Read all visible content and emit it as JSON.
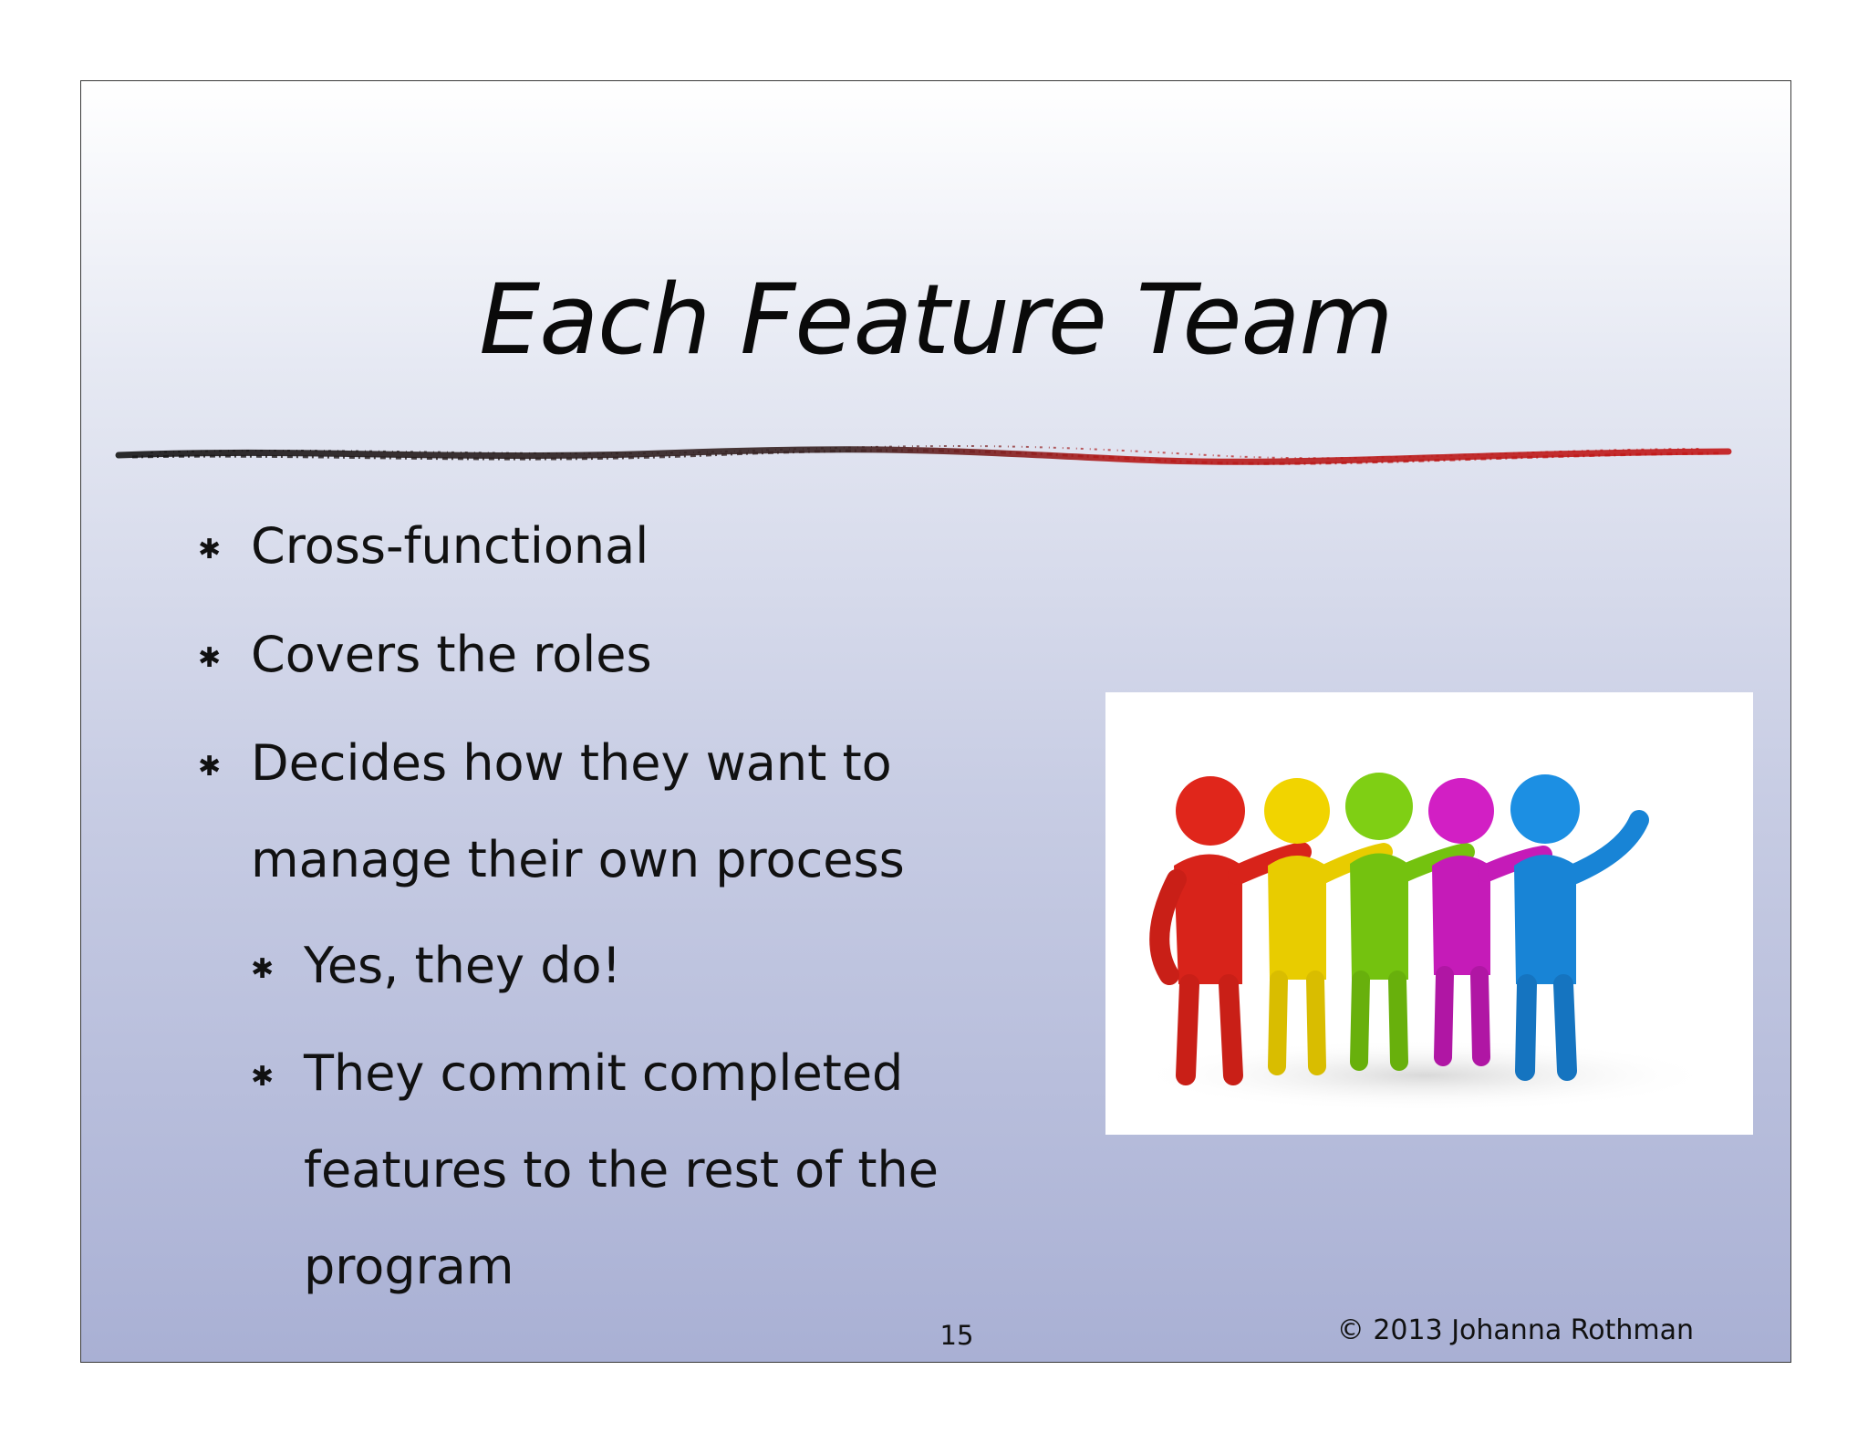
{
  "slide": {
    "title": "Each Feature Team",
    "bullets": [
      {
        "text": "Cross-functional",
        "level": 1
      },
      {
        "text": "Covers the roles",
        "level": 1
      },
      {
        "text": "Decides how they want to",
        "level": 1
      },
      {
        "text": "manage their own process",
        "level": 1,
        "continuation": true
      },
      {
        "text": "Yes, they do!",
        "level": 2
      },
      {
        "text": "They commit completed",
        "level": 2
      },
      {
        "text": "features to the rest of the",
        "level": 2,
        "continuation": true
      },
      {
        "text": "program",
        "level": 2,
        "continuation": true
      }
    ],
    "bullet_glyph": "✱",
    "page_number": "15",
    "copyright": "© 2013 Johanna Rothman"
  },
  "image": {
    "subject": "five colorful 3D stick figures standing arm in arm",
    "figure_colors": [
      "#e0261b",
      "#f1d400",
      "#7fcf14",
      "#d21fc4",
      "#1c8fe3"
    ]
  }
}
